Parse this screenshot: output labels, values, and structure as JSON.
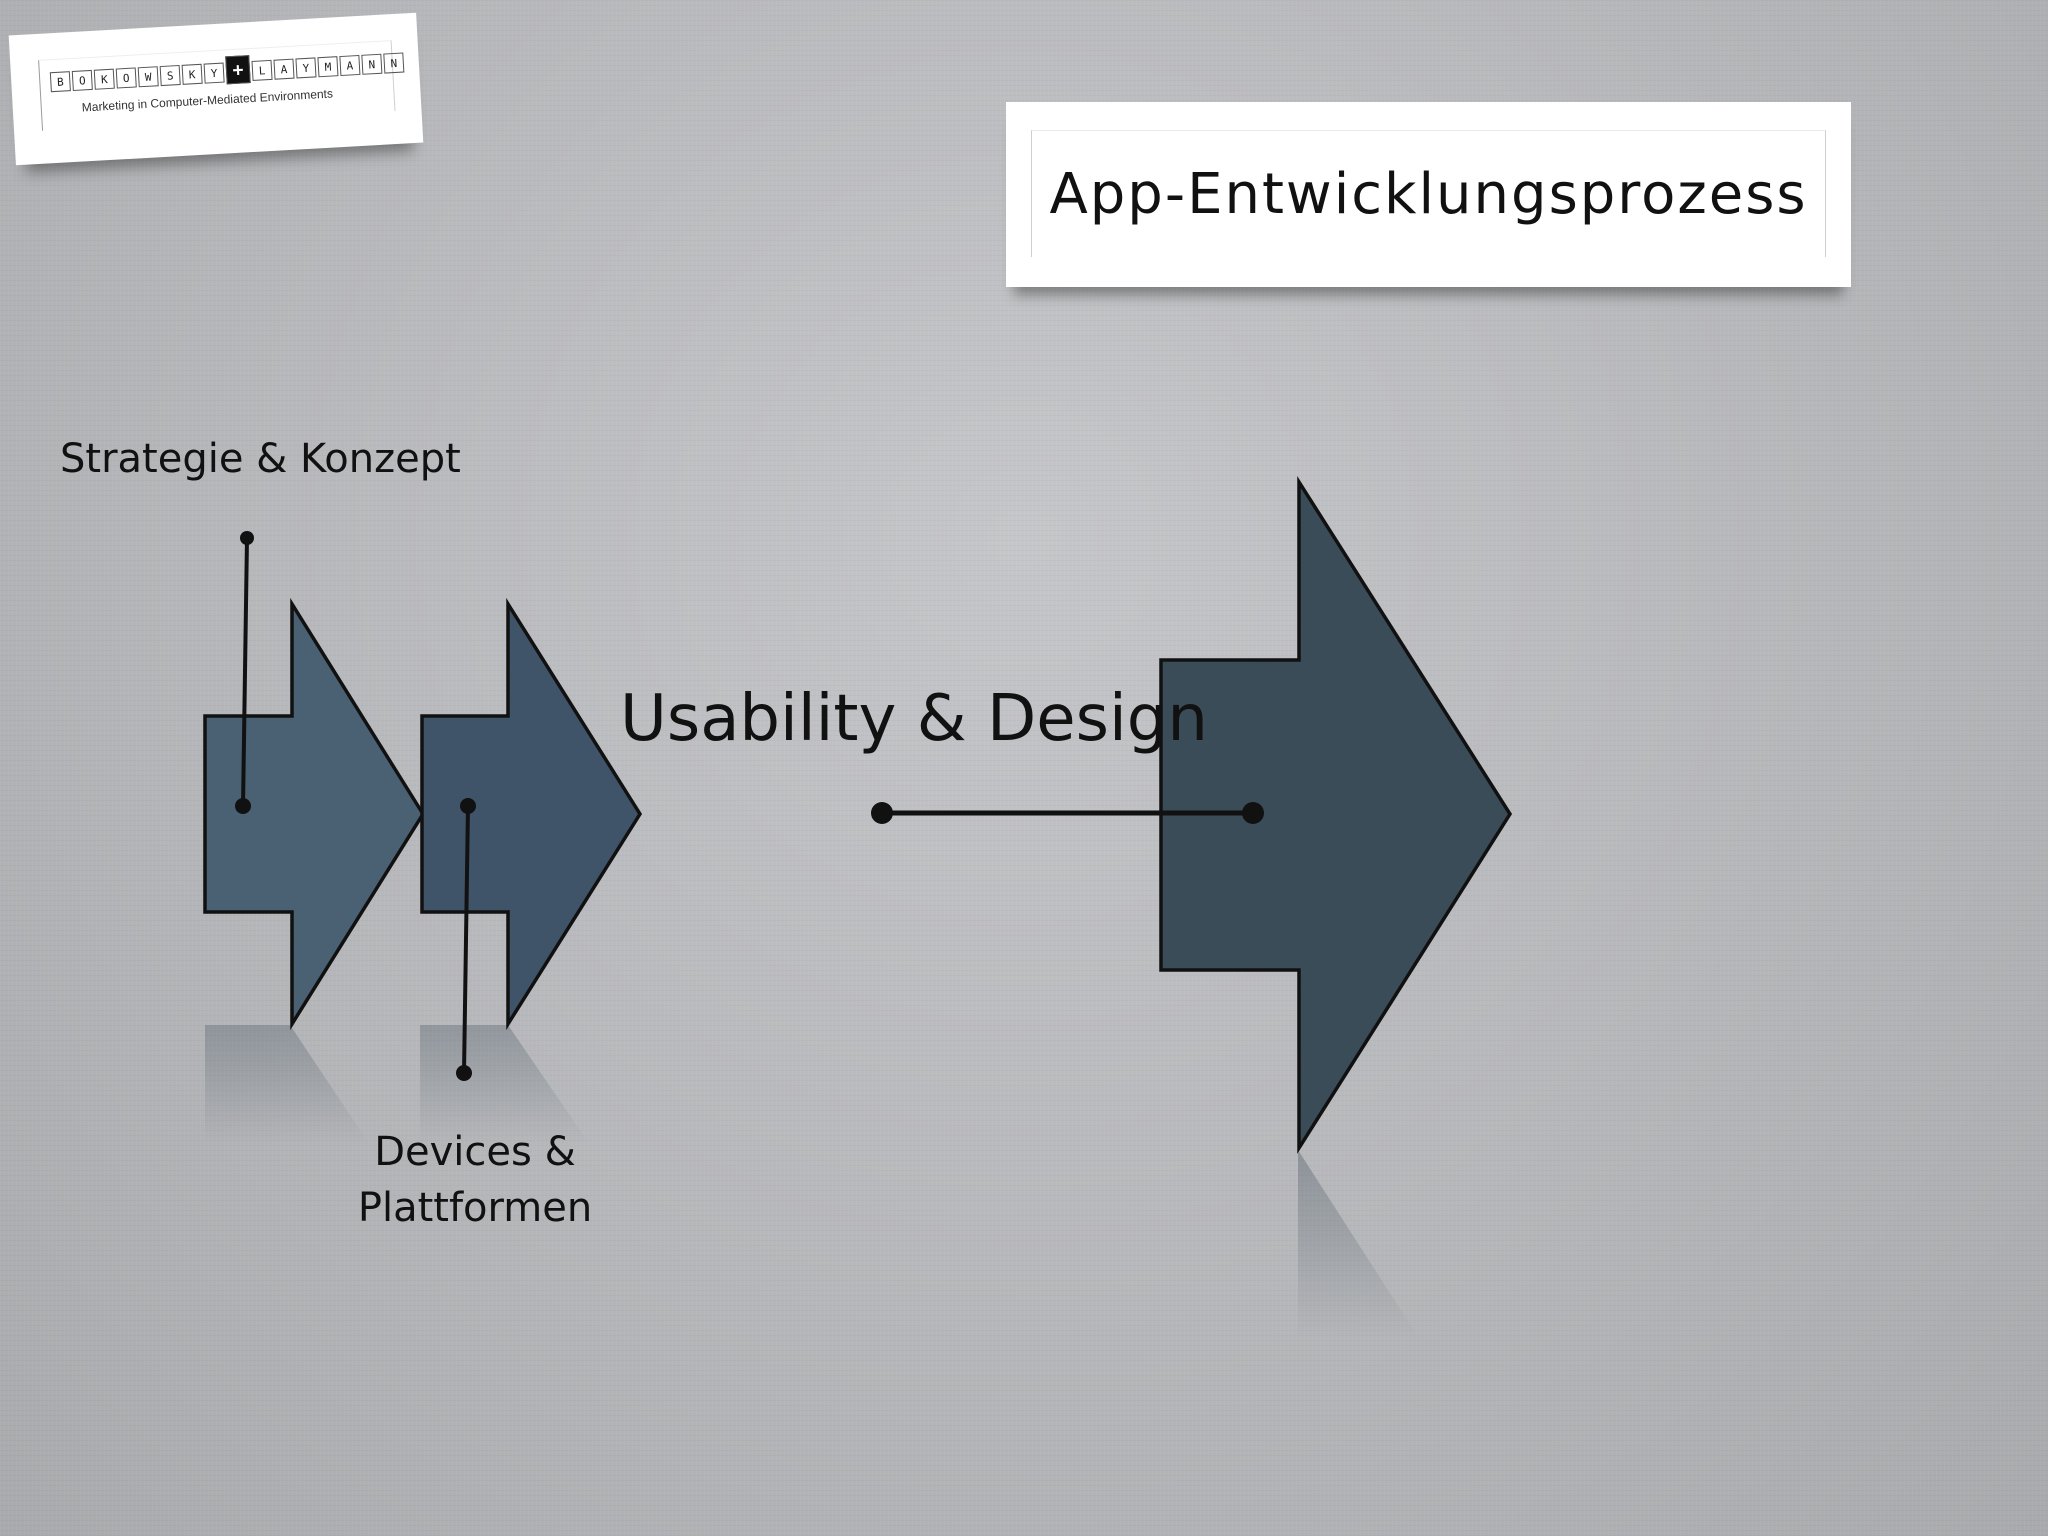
{
  "logo": {
    "letters_left": [
      "B",
      "O",
      "K",
      "O",
      "W",
      "S",
      "K",
      "Y"
    ],
    "plus": "+",
    "letters_right": [
      "L",
      "A",
      "Y",
      "M",
      "A",
      "N",
      "N"
    ],
    "tagline": "Marketing in Computer-Mediated Environments"
  },
  "title": "App-Entwicklungsprozess",
  "steps": [
    {
      "label": "Strategie & Konzept"
    },
    {
      "label": "Devices & Plattformen"
    },
    {
      "label": "Usability & Design"
    }
  ],
  "colors": {
    "arrow_small_1": "#4a6073",
    "arrow_small_2": "#3f5468",
    "arrow_large": "#3a4c58",
    "outline": "#111111",
    "connector": "#111111"
  }
}
